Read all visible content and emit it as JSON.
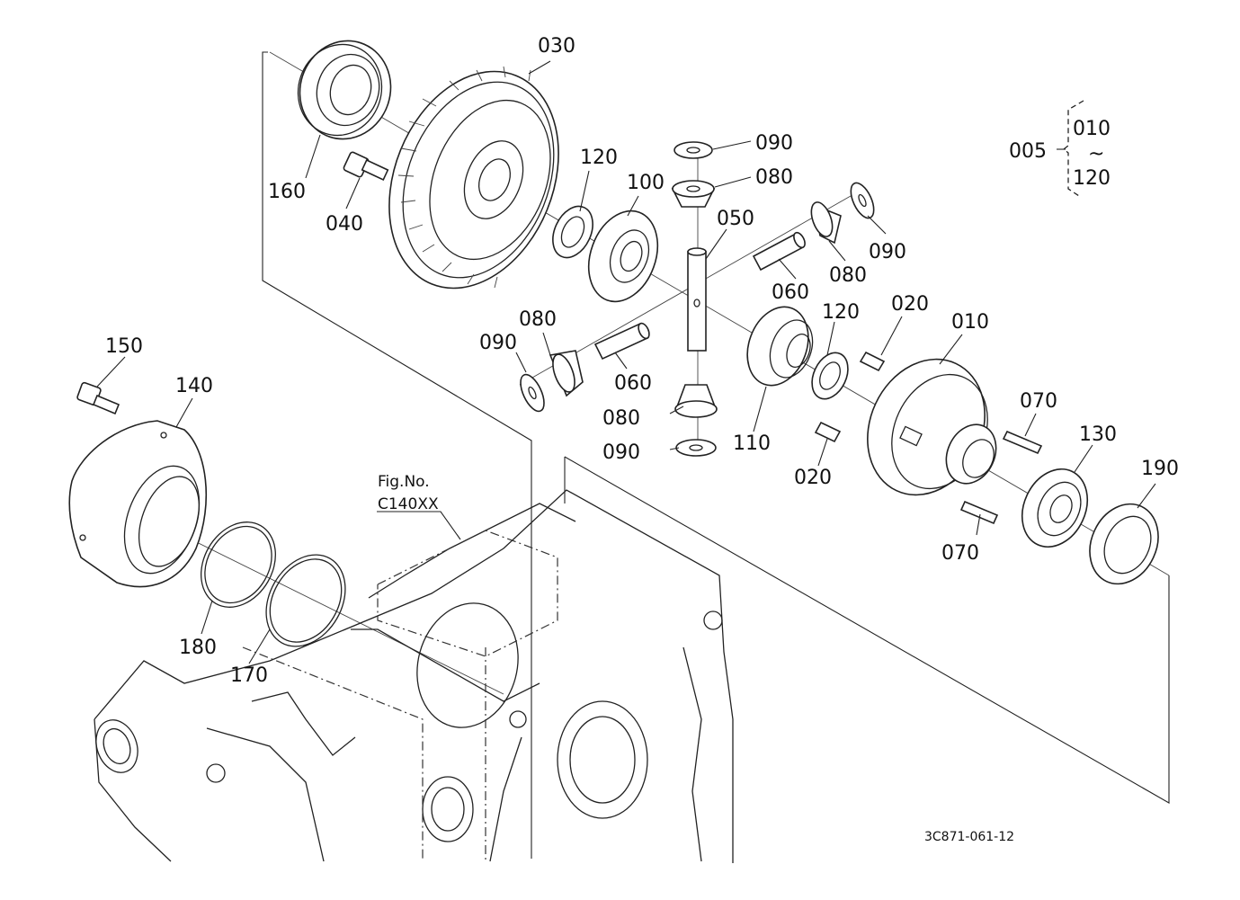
{
  "diagram": {
    "drawing_code": "3C871-061-12",
    "fig_ref": {
      "line1": "Fig.No.",
      "line2": "C140XX"
    },
    "assembly": {
      "number": "005",
      "range_from": "010",
      "tilde": "~",
      "range_to": "120"
    },
    "callouts": {
      "p030": "030",
      "p160": "160",
      "p040": "040",
      "p120a": "120",
      "p100": "100",
      "p090a": "090",
      "p080a": "080",
      "p050": "050",
      "p060a": "060",
      "p080b": "080",
      "p090b": "090",
      "p080c": "080",
      "p090c": "090",
      "p060b": "060",
      "p080d": "080",
      "p090d": "090",
      "p110": "110",
      "p120b": "120",
      "p020a": "020",
      "p010": "010",
      "p020b": "020",
      "p070a": "070",
      "p070b": "070",
      "p130": "130",
      "p190": "190",
      "p150": "150",
      "p140": "140",
      "p180": "180",
      "p170": "170"
    }
  }
}
